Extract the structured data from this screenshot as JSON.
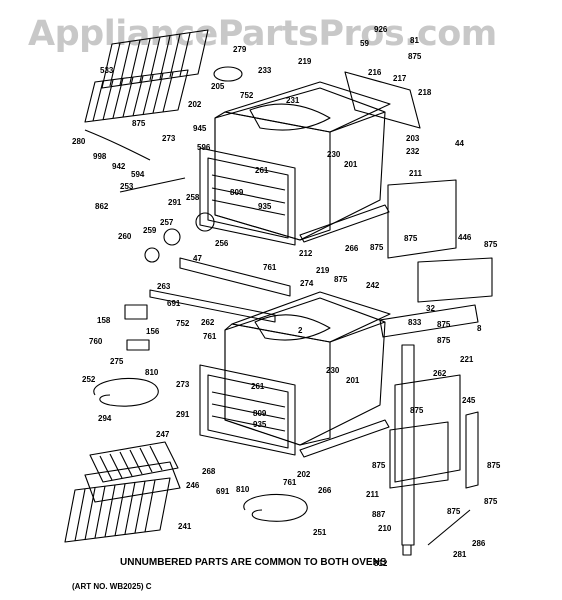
{
  "watermark": "AppliancePartsPros.com",
  "footer": {
    "note": "UNNUMBERED PARTS ARE COMMON TO BOTH OVENS",
    "art_no": "(ART NO. WB2025) C"
  },
  "part_labels": [
    "533",
    "279",
    "205",
    "752",
    "233",
    "219",
    "926",
    "81",
    "59",
    "875",
    "216",
    "217",
    "218",
    "202",
    "231",
    "875",
    "945",
    "596",
    "280",
    "998",
    "942",
    "594",
    "273",
    "203",
    "44",
    "232",
    "230",
    "201",
    "211",
    "261",
    "809",
    "935",
    "862",
    "253",
    "291",
    "258",
    "257",
    "256",
    "260",
    "259",
    "212",
    "266",
    "875",
    "875",
    "446",
    "875",
    "263",
    "47",
    "761",
    "219",
    "875",
    "274",
    "242",
    "32",
    "875",
    "691",
    "752",
    "262",
    "761",
    "833",
    "875",
    "8",
    "158",
    "156",
    "760",
    "275",
    "2",
    "230",
    "201",
    "221",
    "262",
    "252",
    "810",
    "273",
    "261",
    "291",
    "809",
    "935",
    "245",
    "294",
    "875",
    "875",
    "875",
    "247",
    "268",
    "691",
    "761",
    "202",
    "266",
    "211",
    "810",
    "246",
    "887",
    "875",
    "241",
    "251",
    "210",
    "286",
    "812",
    "281",
    "875"
  ]
}
